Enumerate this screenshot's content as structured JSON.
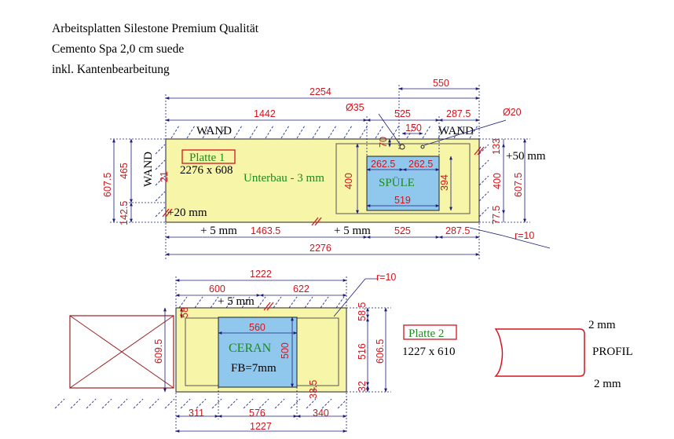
{
  "header": {
    "line1": "Arbeitsplatten Silestone Premium Qualität",
    "line2": "Cemento Spa 2,0 cm suede",
    "line3": "inkl. Kantenbearbeitung"
  },
  "colors": {
    "slab_fill": "#f6f5a8",
    "sink_fill": "#8fc8ec",
    "dim_blue": "#1c1c7a",
    "dim_red": "#d4141c",
    "note_green": "#1d8a1d",
    "hatch_blue": "#2f3fb0"
  },
  "plate1": {
    "name": "Platte 1",
    "size": "2276 x 608",
    "underbau": "Unterbau - 3 mm",
    "wand_left": "WAND",
    "wand_top_left": "WAND",
    "wand_top_right": "WAND",
    "sink": "SPÜLE",
    "plus50": "+50 mm",
    "plus20": "+20 mm",
    "plus5_a": "+ 5 mm",
    "plus5_b": "+ 5 mm",
    "dims": {
      "d2254": "2254",
      "d550": "550",
      "d1442": "1442",
      "d525_top": "525",
      "d287_top": "287.5",
      "d35": "Ø35",
      "d20": "Ø20",
      "d150": "150",
      "d70": "70",
      "d133": "133",
      "d607_left": "607.5",
      "d465": "465",
      "d142": "142.5",
      "d21": "21",
      "d400_l": "400",
      "d262_l": "262.5",
      "d262_r": "262.5",
      "d394": "394",
      "d519": "519",
      "d400_r": "400",
      "d607_right": "607.5",
      "d77": "77.5",
      "d1463": "1463.5",
      "d525_bot": "525",
      "d287_bot": "287.5",
      "d2276": "2276",
      "r10": "r=10"
    }
  },
  "plate2": {
    "name": "Platte 2",
    "size": "1227 x 610",
    "cooktop": "CERAN",
    "fb": "FB=7mm",
    "plus5": "+ 5 mm",
    "dims": {
      "d1222": "1222",
      "d600": "600",
      "d622": "622",
      "r10": "r=10",
      "d58_l": "58",
      "d58_r": "58.5",
      "d560": "560",
      "d500": "500",
      "d516": "516",
      "d606": "606.5",
      "d609": "609.5",
      "d33": "33.5",
      "d32": "32",
      "d311": "311",
      "d576": "576",
      "d340": "340",
      "d1227": "1227"
    }
  },
  "profile": {
    "top": "2 mm",
    "label": "PROFIL",
    "bottom": "2 mm"
  }
}
